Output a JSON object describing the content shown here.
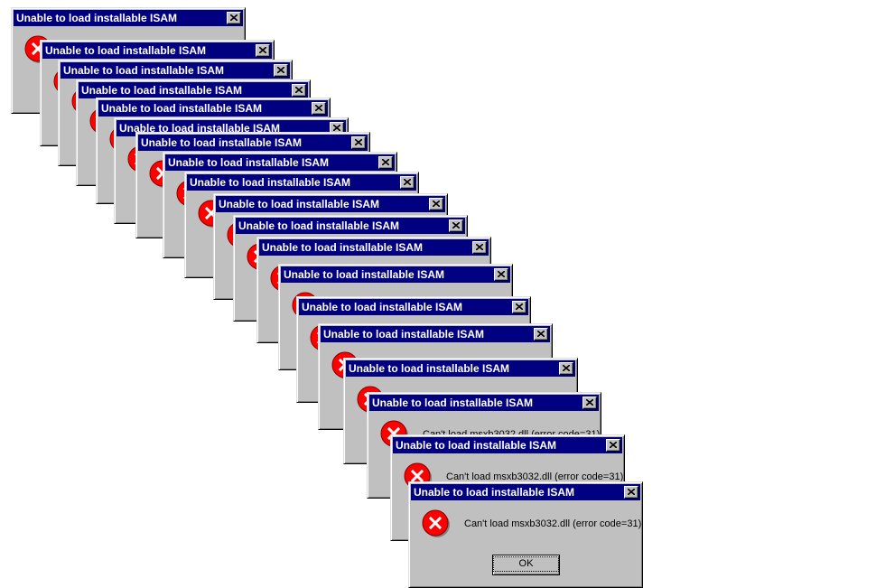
{
  "dialog": {
    "title": "Unable to load installable ISAM",
    "message": "Can't load msxb3032.dll (error code=31)",
    "ok_label": "OK",
    "icons": {
      "error": "error-icon",
      "close": "close-icon"
    }
  },
  "colors": {
    "desktop": "#ffffff",
    "titlebar": "#000080",
    "face": "#c0c0c0",
    "error_red": "#ff0000"
  }
}
